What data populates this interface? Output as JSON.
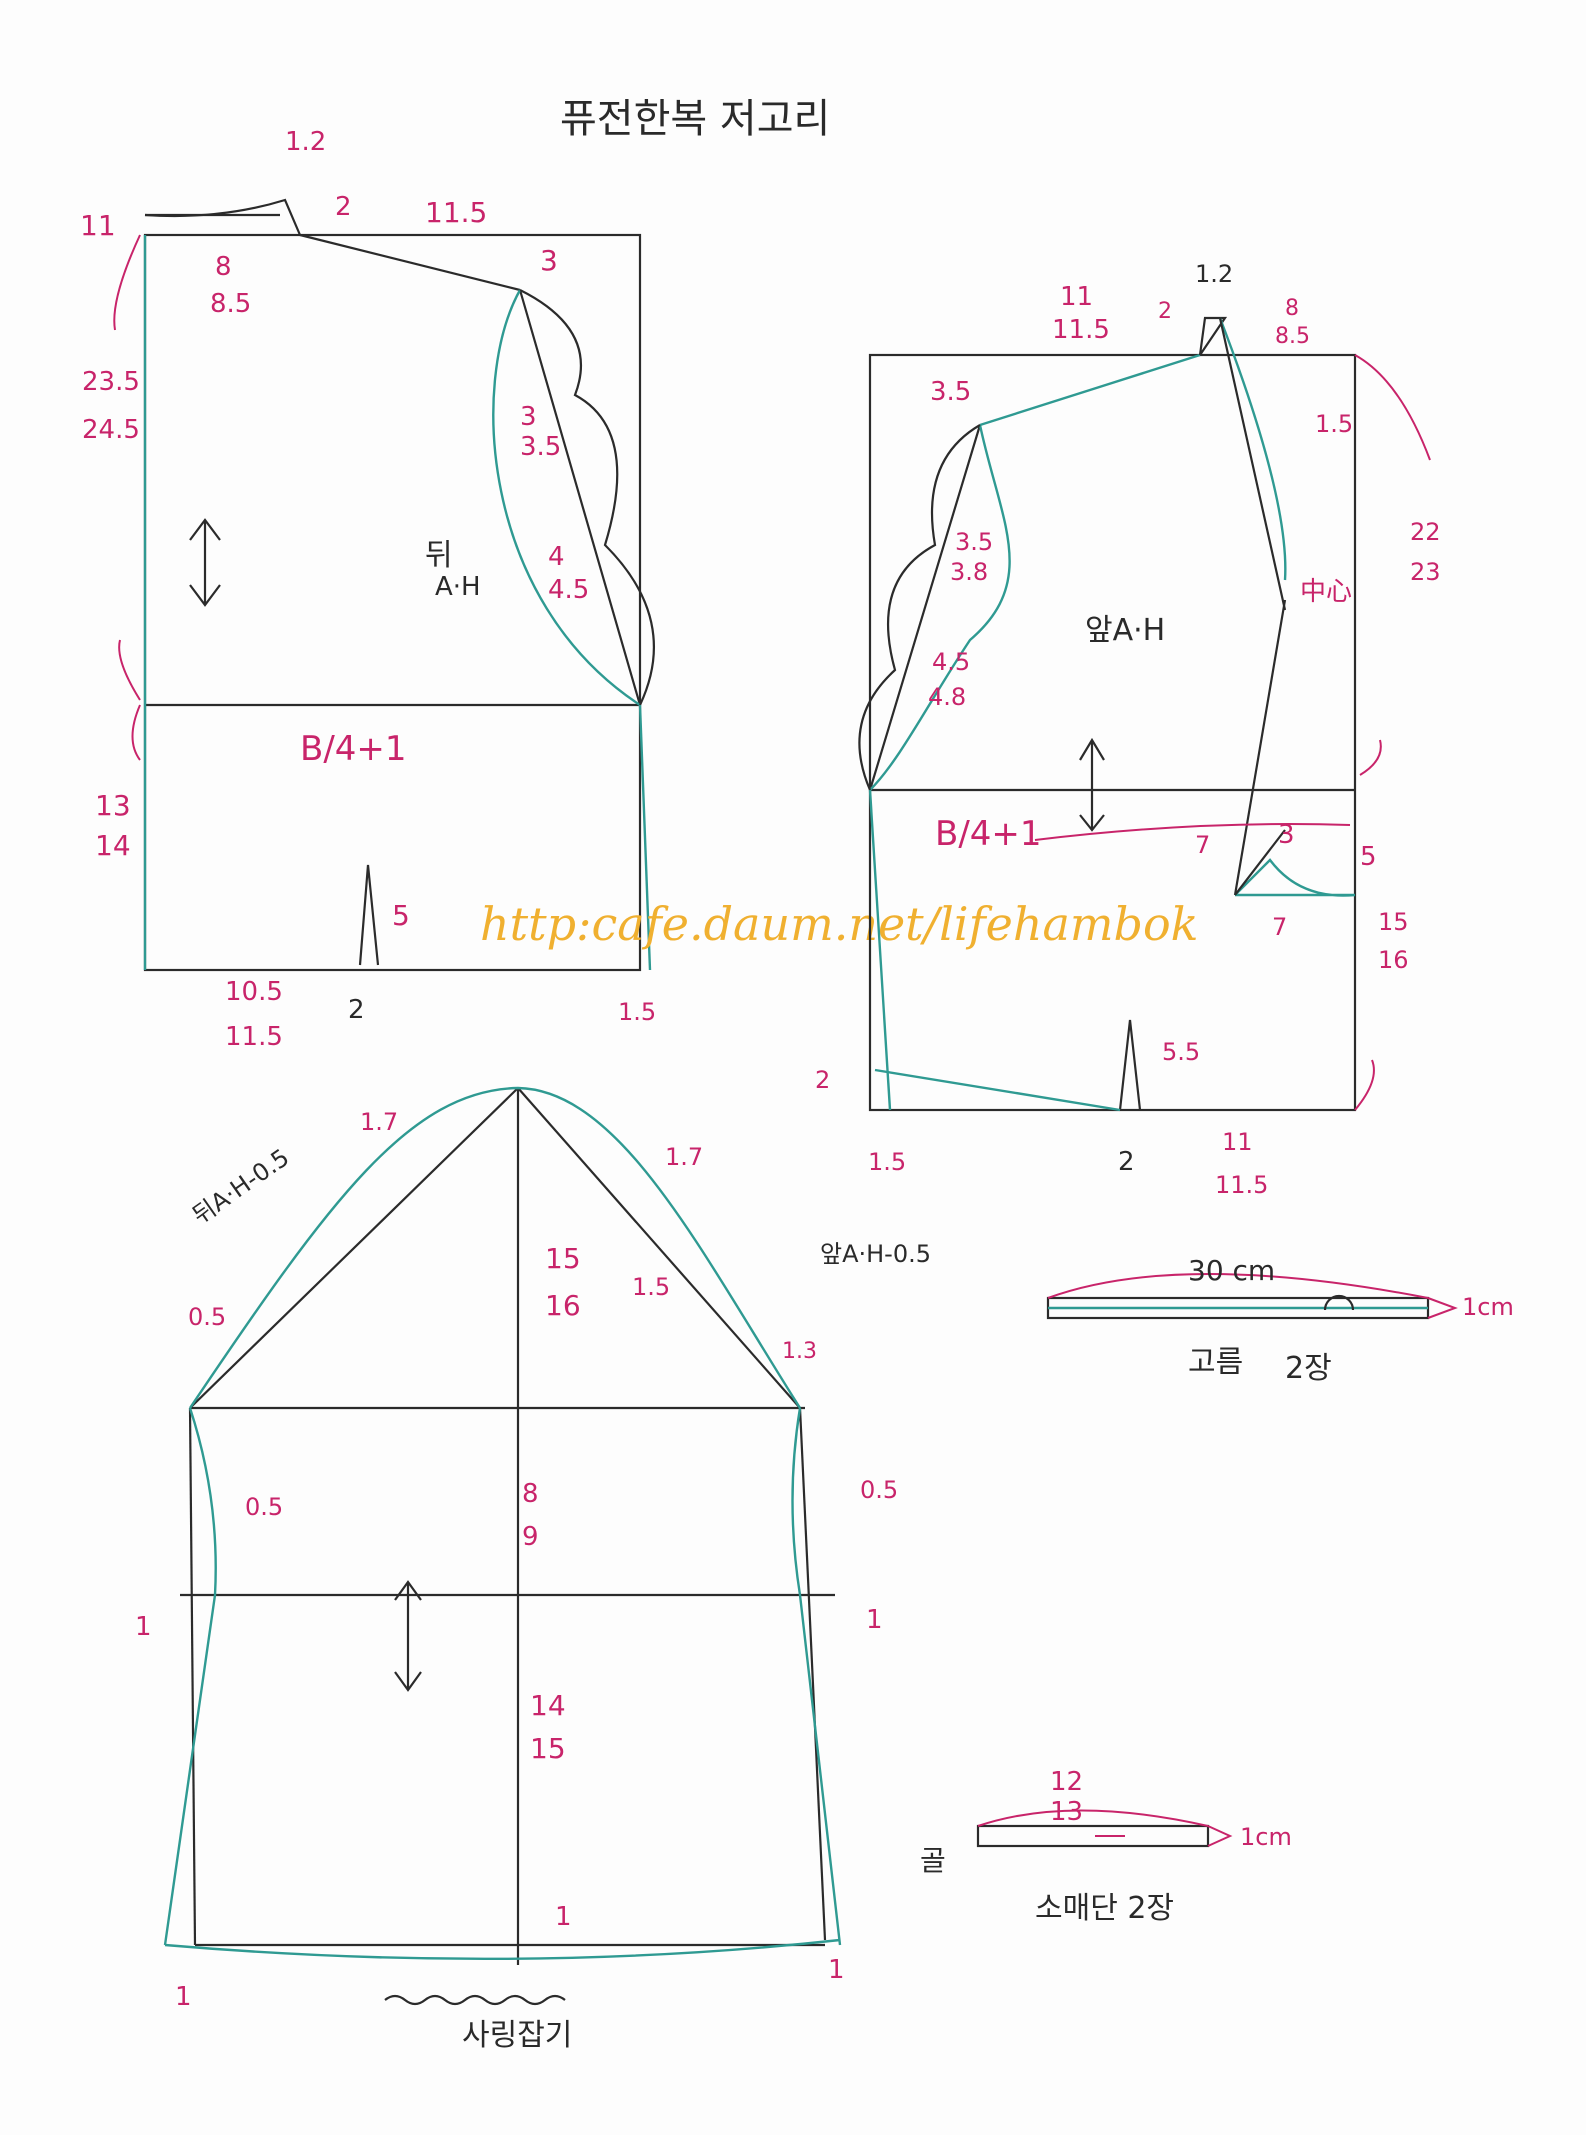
{
  "title": "퓨전한복 저고리",
  "watermark": "http:cafe.daum.net/lifehambok",
  "back_bodice": {
    "neck_width_top": "1.2",
    "rise": "2",
    "shoulder_len": "11.5",
    "left_top": "11",
    "neck_a": "8",
    "neck_b": "8.5",
    "shoulder_drop": "3",
    "length_a": "23.5",
    "length_b": "24.5",
    "ah_label_a": "뒤",
    "ah_label_b": "A·H",
    "curve1_a": "3",
    "curve1_b": "3.5",
    "curve2_a": "4",
    "curve2_b": "4.5",
    "chest": "B/4+1",
    "lower_a": "13",
    "lower_b": "14",
    "dart": "5",
    "hem_a": "10.5",
    "hem_b": "11.5",
    "hem_mid": "2",
    "hem_right": "1.5"
  },
  "front_bodice": {
    "top": "1.2",
    "rise": "2",
    "width_a": "11",
    "width_b": "11.5",
    "neck_a": "8",
    "neck_b": "8.5",
    "drop": "3.5",
    "collar": "1.5",
    "length_a": "22",
    "length_b": "23",
    "curve1_a": "3.5",
    "curve1_b": "3.8",
    "ah_label": "앞A·H",
    "curve2_a": "4.5",
    "curve2_b": "4.8",
    "midpoint": "中心",
    "chest": "B/4+1",
    "dart_a": "7",
    "dart_b": "3",
    "side_a": "5",
    "side_b": "7",
    "hem_len_a": "15",
    "hem_len_b": "16",
    "bottom_rise": "2",
    "bottom_dart": "5.5",
    "hem_left": "1.5",
    "hem_mid": "2",
    "hem_right_a": "11",
    "hem_right_b": "11.5"
  },
  "sleeve": {
    "left_label": "뒤A·H-0.5",
    "right_label": "앞A·H-0.5",
    "cap_left": "1.7",
    "cap_right": "1.7",
    "left_ease": "0.5",
    "right_ease": "1.5",
    "right_ease2": "1.3",
    "cap_a": "15",
    "cap_b": "16",
    "upper_a": "8",
    "upper_b": "9",
    "left_in": "0.5",
    "right_in": "0.5",
    "side_left": "1",
    "side_right": "1",
    "lower_a": "14",
    "lower_b": "15",
    "cuff_mid": "1",
    "hem_left": "1",
    "hem_right": "1",
    "gather_label": "사링잡기"
  },
  "tie_piece": {
    "length": "30 cm",
    "width": "1cm",
    "label_a": "고름",
    "label_b": "2장"
  },
  "cuff_piece": {
    "len_a": "12",
    "len_b": "13",
    "width": "1cm",
    "fold": "골",
    "label": "소매단 2장"
  },
  "colors": {
    "ink": "#2b2b2b",
    "magenta": "#c8246a",
    "teal": "#2f9a92",
    "watermark": "#f0b030"
  }
}
